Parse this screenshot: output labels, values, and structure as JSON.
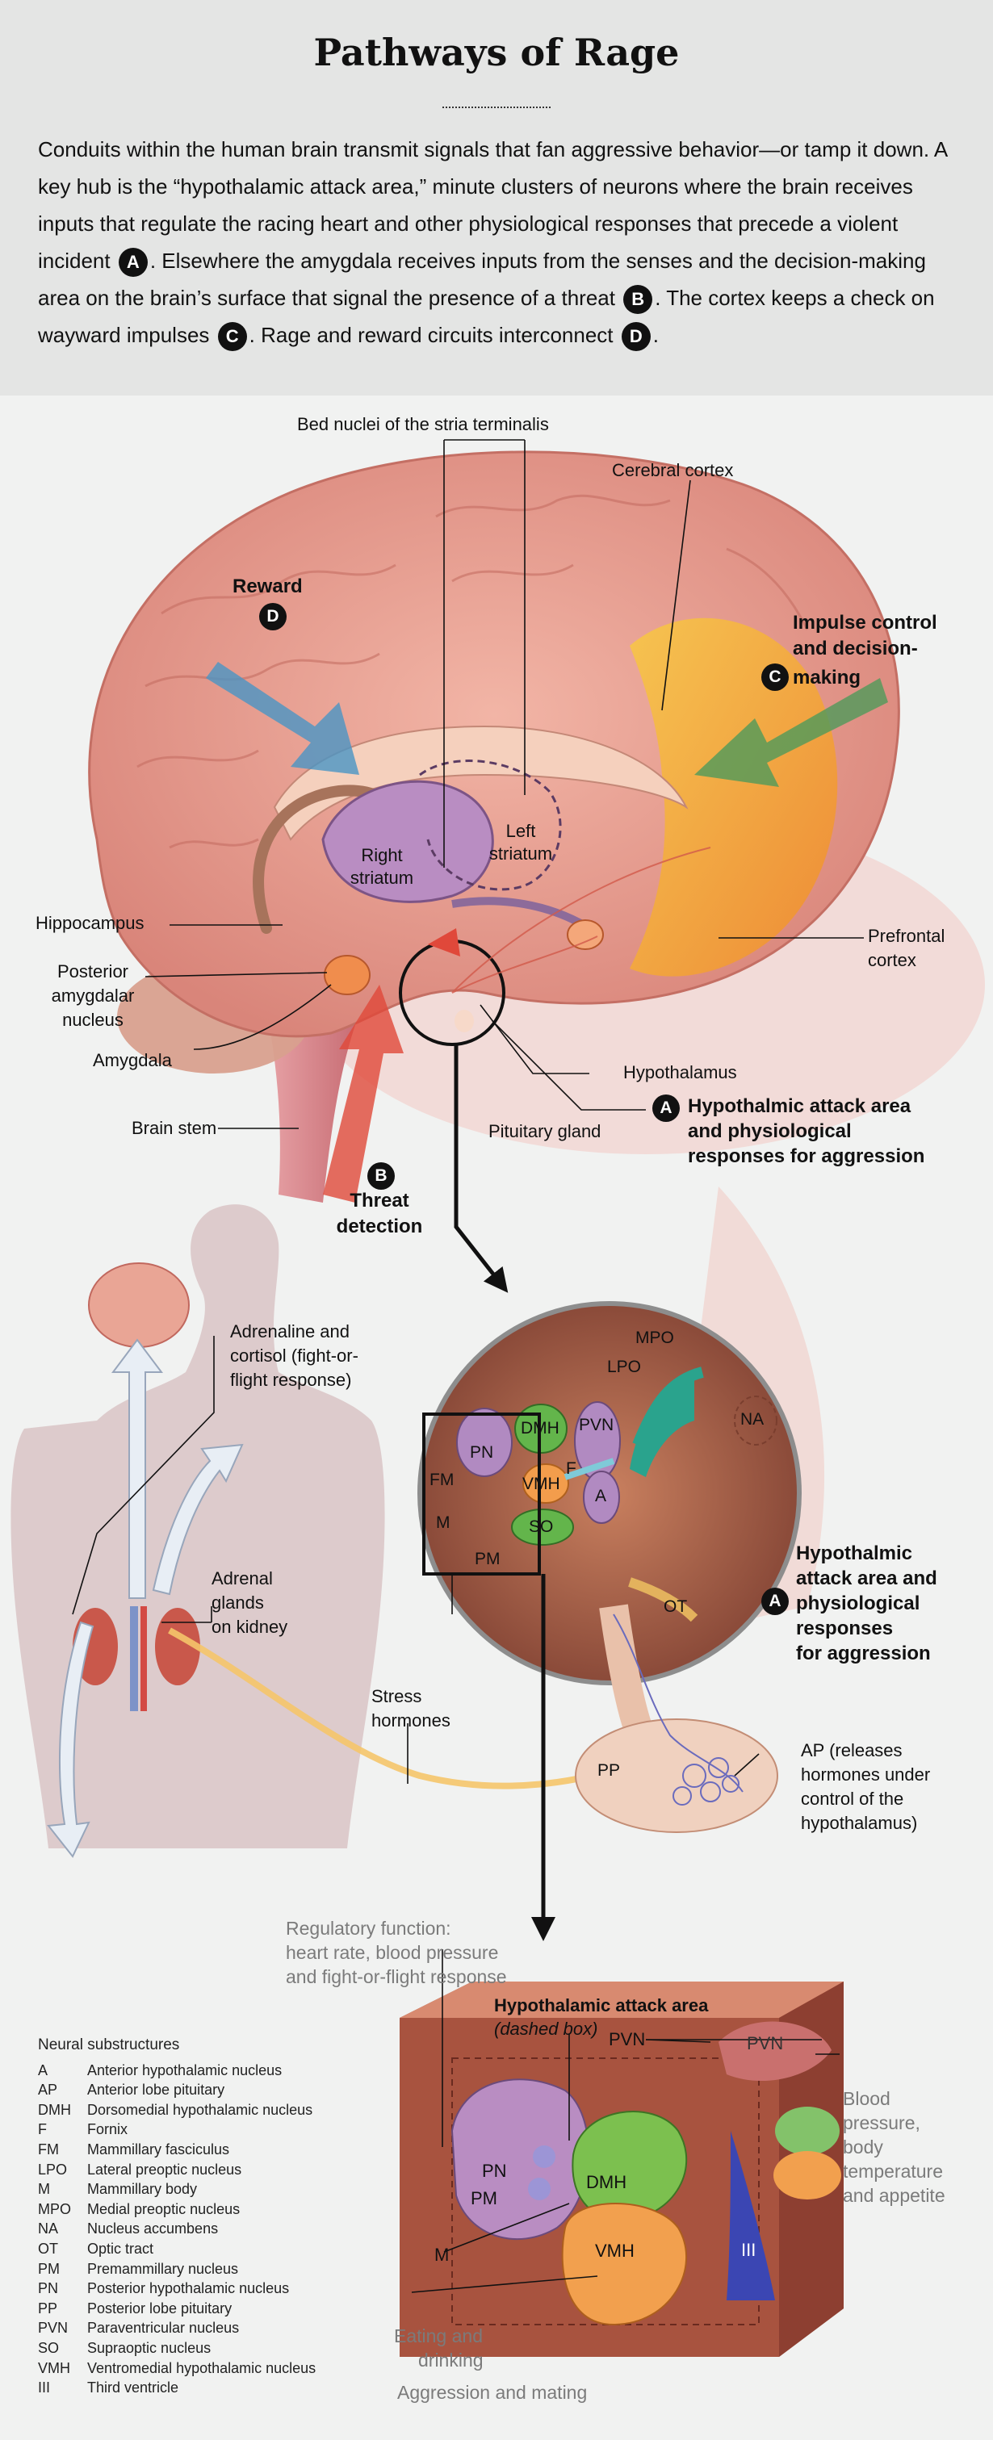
{
  "title": "Pathways of Rage",
  "intro": {
    "p1": "Conduits within the human brain transmit signals that fan aggressive behavior—or tamp it down. A key hub is the “hypothalamic attack area,” minute clusters of neurons where the brain receives inputs that regulate the racing heart and other physiological responses that precede a violent incident",
    "p2": ". Elsewhere the amygdala receives inputs from the senses and the decision-making area on the brain’s surface that signal the presence of a threat",
    "p3": ". The cortex keeps a check on wayward impulses",
    "p4": ". Rage and reward circuits interconnect",
    "p5": ".",
    "badges": [
      "A",
      "B",
      "C",
      "D"
    ]
  },
  "brain": {
    "bed_nuclei": "Bed nuclei of the stria terminalis",
    "cerebral_cortex": "Cerebral cortex",
    "reward": "Reward",
    "reward_badge": "D",
    "impulse_1": "Impulse control",
    "impulse_2": "and decision-",
    "impulse_3": "making",
    "impulse_badge": "C",
    "right_striatum_1": "Right",
    "right_striatum_2": "striatum",
    "left_striatum_1": "Left",
    "left_striatum_2": "striatum",
    "hippocampus": "Hippocampus",
    "posterior_amygdalar_1": "Posterior",
    "posterior_amygdalar_2": "amygdalar",
    "posterior_amygdalar_3": "nucleus",
    "amygdala": "Amygdala",
    "prefrontal_1": "Prefrontal",
    "prefrontal_2": "cortex",
    "hypothalamus": "Hypothalamus",
    "attack_1": "Hypothalmic attack area",
    "attack_2": "and physiological",
    "attack_3": "responses for aggression",
    "attack_badge": "A",
    "pituitary": "Pituitary gland",
    "brain_stem": "Brain stem",
    "threat_badge": "B",
    "threat_1": "Threat",
    "threat_2": "detection"
  },
  "body": {
    "adrenaline_1": "Adrenaline and",
    "adrenaline_2": "cortisol (fight-or-",
    "adrenaline_3": "flight response)",
    "adrenal_1": "Adrenal",
    "adrenal_2": "glands",
    "adrenal_3": "on kidney",
    "stress_1": "Stress",
    "stress_2": "hormones"
  },
  "zoom": {
    "labels": [
      "MPO",
      "LPO",
      "PVN",
      "DMH",
      "NA",
      "PN",
      "FM",
      "F",
      "VMH",
      "A",
      "M",
      "SO",
      "PM",
      "OT",
      "PP"
    ],
    "attack_1": "Hypothalmic",
    "attack_2": "attack area and",
    "attack_3": "physiological",
    "attack_4": "responses",
    "attack_5": "for aggression",
    "attack_badge": "A",
    "ap_1": "AP (releases",
    "ap_2": "hormones under",
    "ap_3": "control of the",
    "ap_4": "hypothalamus)"
  },
  "cube": {
    "regulatory_1": "Regulatory function:",
    "regulatory_2": "heart rate, blood pressure",
    "regulatory_3": "and fight-or-flight response",
    "attack_title": "Hypothalamic attack area",
    "dashed_box": "(dashed box)",
    "pvn_top": "PVN",
    "pvn": "PVN",
    "pn": "PN",
    "pm": "PM",
    "dmh": "DMH",
    "vmh": "VMH",
    "m": "M",
    "iii": "III",
    "blood_1": "Blood",
    "blood_2": "pressure,",
    "blood_3": "body",
    "blood_4": "temperature",
    "blood_5": "and appetite",
    "eating_1": "Eating and",
    "eating_2": "drinking",
    "aggression": "Aggression and mating"
  },
  "key": {
    "title": "Neural substructures",
    "items": [
      {
        "abbr": "A",
        "name": "Anterior hypothalamic nucleus"
      },
      {
        "abbr": "AP",
        "name": "Anterior lobe pituitary"
      },
      {
        "abbr": "DMH",
        "name": "Dorsomedial hypothalamic nucleus"
      },
      {
        "abbr": "F",
        "name": "Fornix"
      },
      {
        "abbr": "FM",
        "name": "Mammillary fasciculus"
      },
      {
        "abbr": "LPO",
        "name": "Lateral preoptic nucleus"
      },
      {
        "abbr": "M",
        "name": "Mammillary body"
      },
      {
        "abbr": "MPO",
        "name": "Medial preoptic nucleus"
      },
      {
        "abbr": "NA",
        "name": "Nucleus accumbens"
      },
      {
        "abbr": "OT",
        "name": "Optic tract"
      },
      {
        "abbr": "PM",
        "name": "Premammillary nucleus"
      },
      {
        "abbr": "PN",
        "name": "Posterior hypothalamic nucleus"
      },
      {
        "abbr": "PP",
        "name": "Posterior lobe pituitary"
      },
      {
        "abbr": "PVN",
        "name": "Paraventricular nucleus"
      },
      {
        "abbr": "SO",
        "name": "Supraoptic nucleus"
      },
      {
        "abbr": "VMH",
        "name": "Ventromedial hypothalamic nucleus"
      },
      {
        "abbr": "III",
        "name": "Third ventricle"
      }
    ]
  },
  "colors": {
    "header_band": "#e4e5e4",
    "brain_pink": "#e59a8e",
    "cortex_orange": "#f0a33a",
    "reward_blue": "#4a95c4",
    "impulse_green": "#4f9a5a",
    "threat_red": "#e0483a",
    "dmh_green": "#6bbf4e",
    "striatum_purple": "#b98dc2"
  }
}
